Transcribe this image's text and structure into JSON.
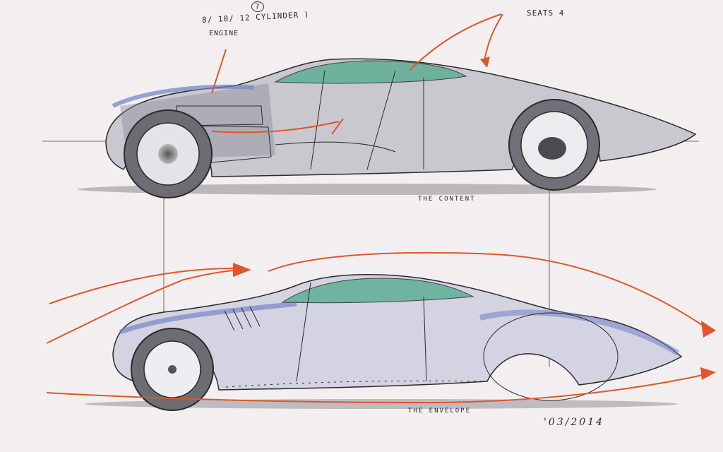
{
  "annotations": {
    "engine_line_1": "8/ 10/ 12 CYLINDER )",
    "engine_line_2": "ENGINE",
    "question_mark": "?",
    "seats": "SEATS 4",
    "content": "THE CONTENT",
    "envelope": "THE ENVELOPE",
    "signature": "'03/2014"
  },
  "colors": {
    "paper": "#f3eff0",
    "ink": "#2a2a2a",
    "orange_pen": "#e0562a",
    "blue_marker": "#6f7fc4",
    "grey_marker": "#9a9aa4",
    "green_glass": "#5fae95"
  }
}
